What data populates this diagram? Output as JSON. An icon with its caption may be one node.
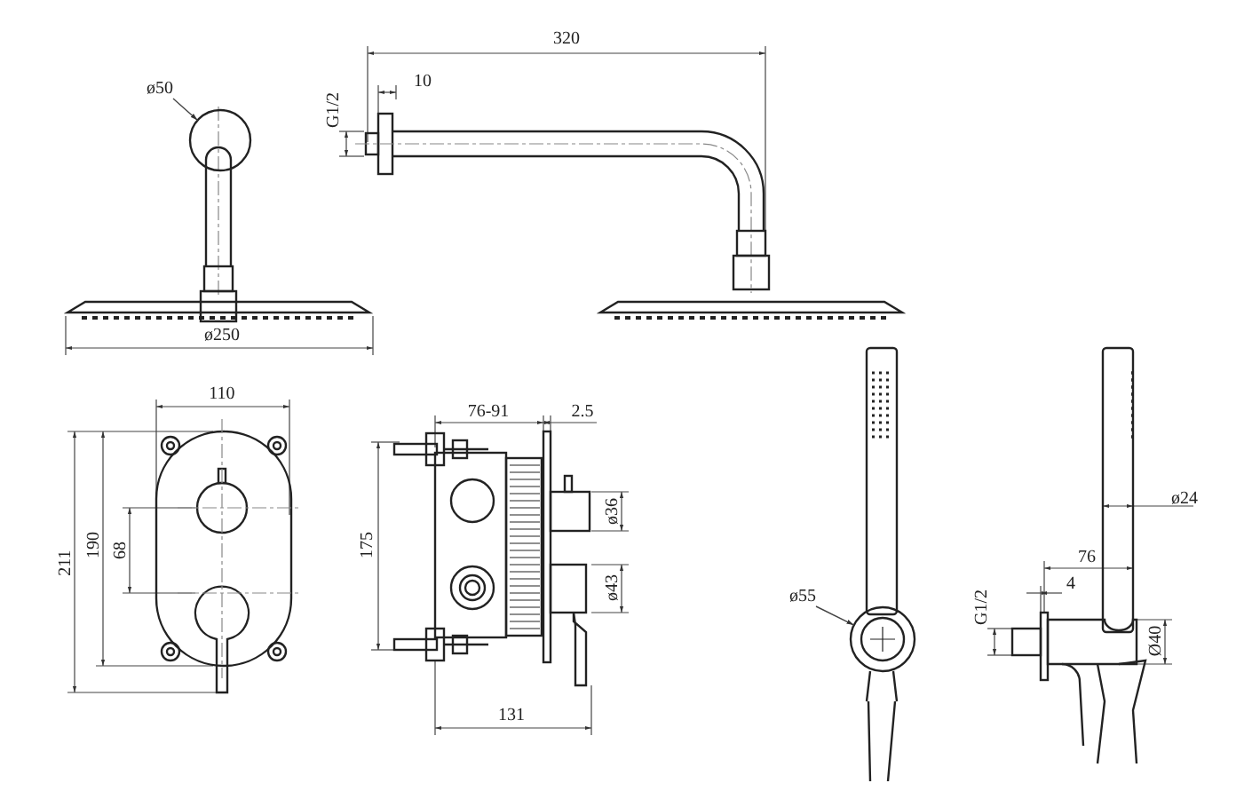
{
  "diagram": {
    "nodes": [
      {
        "text": [
          "ø50"
        ]
      },
      {
        "text": [],
        "shape": "circle"
      },
      {
        "text": [
          "ø55"
        ]
      },
      {
        "text": [],
        "shape": "circle"
      }
    ],
    "edges": [
      {
        "from": 0,
        "to": 1,
        "arrow": "to"
      },
      {
        "from": 2,
        "to": 3,
        "arrow": "to"
      }
    ],
    "labels": [
      "320",
      "10",
      "G1/2",
      "ø250",
      "110",
      "211",
      "190",
      "68",
      "76-91",
      "2.5",
      "175",
      "ø36",
      "ø43",
      "131",
      "ø24",
      "76",
      "4",
      "G1/2",
      "Ø40"
    ]
  }
}
